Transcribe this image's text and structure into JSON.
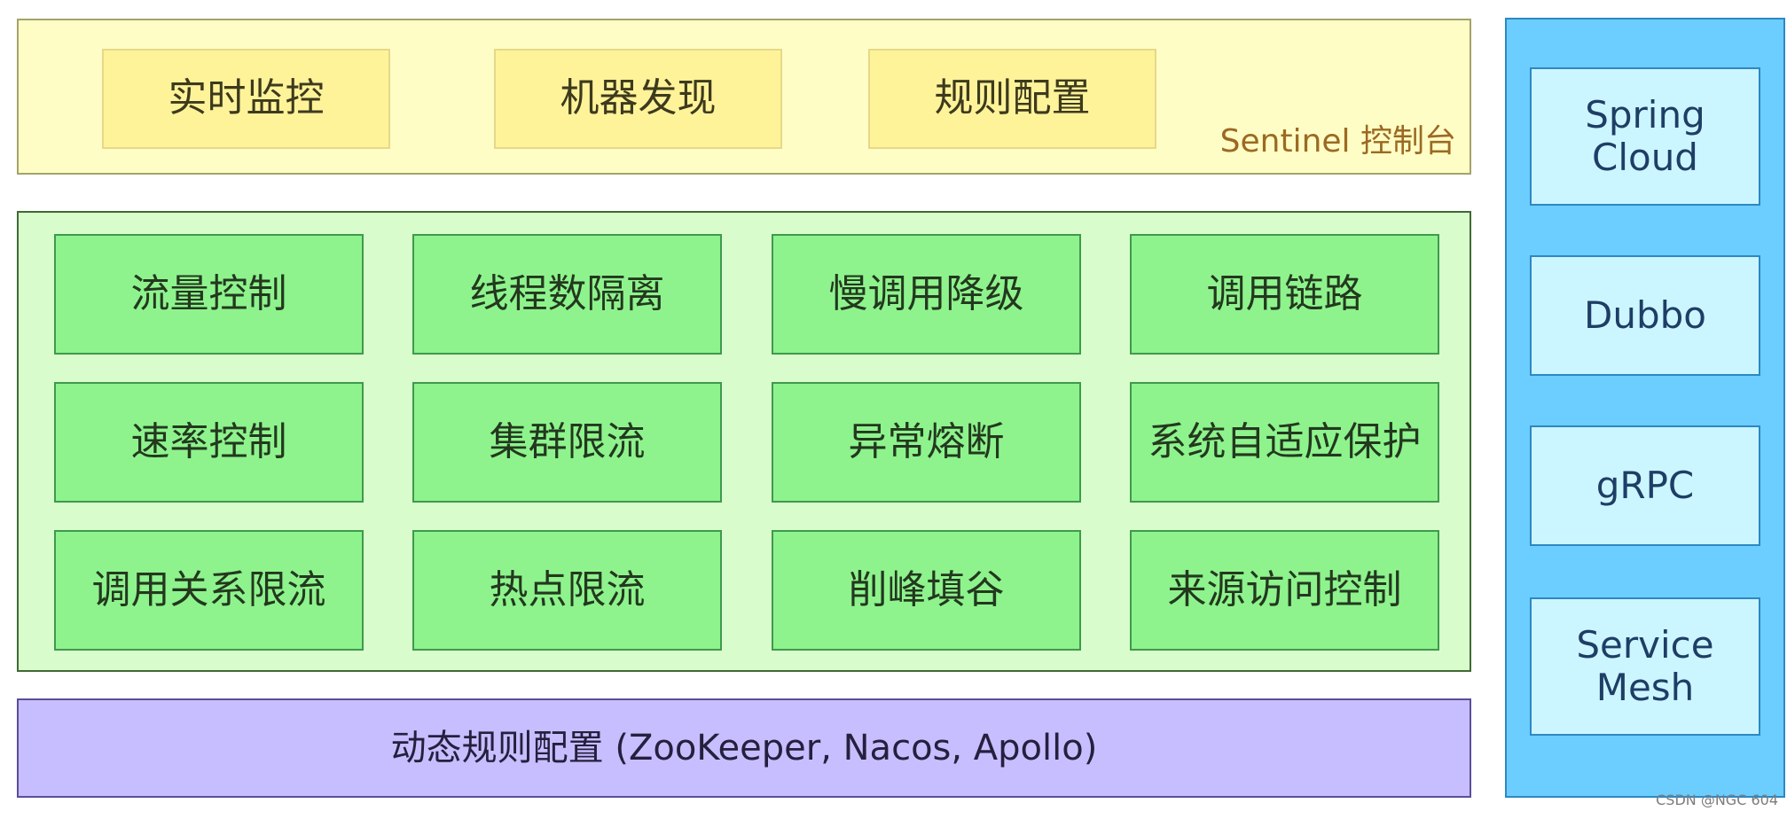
{
  "console": {
    "items": [
      "实时监控",
      "机器发现",
      "规则配置"
    ],
    "title": "Sentinel 控制台"
  },
  "core": {
    "rows": [
      [
        "流量控制",
        "线程数隔离",
        "慢调用降级",
        "调用链路"
      ],
      [
        "速率控制",
        "集群限流",
        "异常熔断",
        "系统自适应保护"
      ],
      [
        "调用关系限流",
        "热点限流",
        "削峰填谷",
        "来源访问控制"
      ]
    ]
  },
  "dynamic": {
    "label": "动态规则配置 (ZooKeeper, Nacos, Apollo)"
  },
  "integrations": {
    "items": [
      "Spring\nCloud",
      "Dubbo",
      "gRPC",
      "Service\nMesh"
    ]
  },
  "watermark": "CSDN @NGC 604",
  "colors": {
    "console_bg": "#fffdc6",
    "console_item": "#fff39a",
    "core_bg": "#d9fccd",
    "feature": "#8ef38d",
    "dynamic_bg": "#c7beff",
    "integrations_bg": "#6ccdff",
    "integration_item": "#ccf6ff"
  }
}
